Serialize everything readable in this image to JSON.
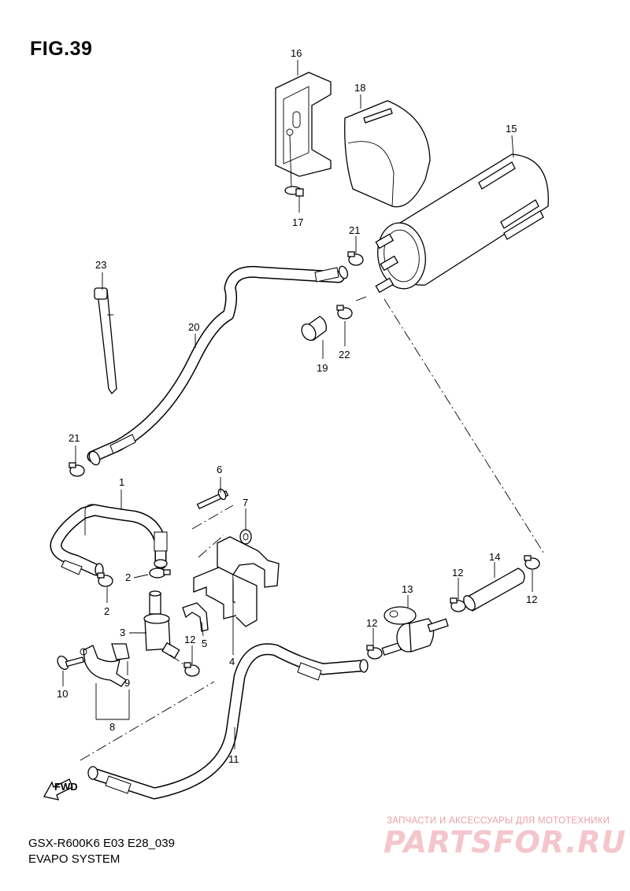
{
  "figure": {
    "title": "FIG.39",
    "model_code": "GSX-R600K6 E03 E28_039",
    "section_name": "EVAPO SYSTEM"
  },
  "watermark": {
    "text": "ЗАПЧАСТИ И АКСЕССУАРЫ ДЛЯ МОТОТЕХНИКИ",
    "logo": "PARTSFOR.RU",
    "color": "#e8a0a8"
  },
  "fwd_label": "FWD",
  "callouts": {
    "c1": "1",
    "c2a": "2",
    "c2b": "2",
    "c3": "3",
    "c4": "4",
    "c5": "5",
    "c6": "6",
    "c7": "7",
    "c8": "8",
    "c9": "9",
    "c10": "10",
    "c11": "11",
    "c12a": "12",
    "c12b": "12",
    "c12c": "12",
    "c12d": "12",
    "c13": "13",
    "c14": "14",
    "c15": "15",
    "c16": "16",
    "c17": "17",
    "c18": "18",
    "c19": "19",
    "c20": "20",
    "c21a": "21",
    "c21b": "21",
    "c22": "22",
    "c23": "23"
  }
}
